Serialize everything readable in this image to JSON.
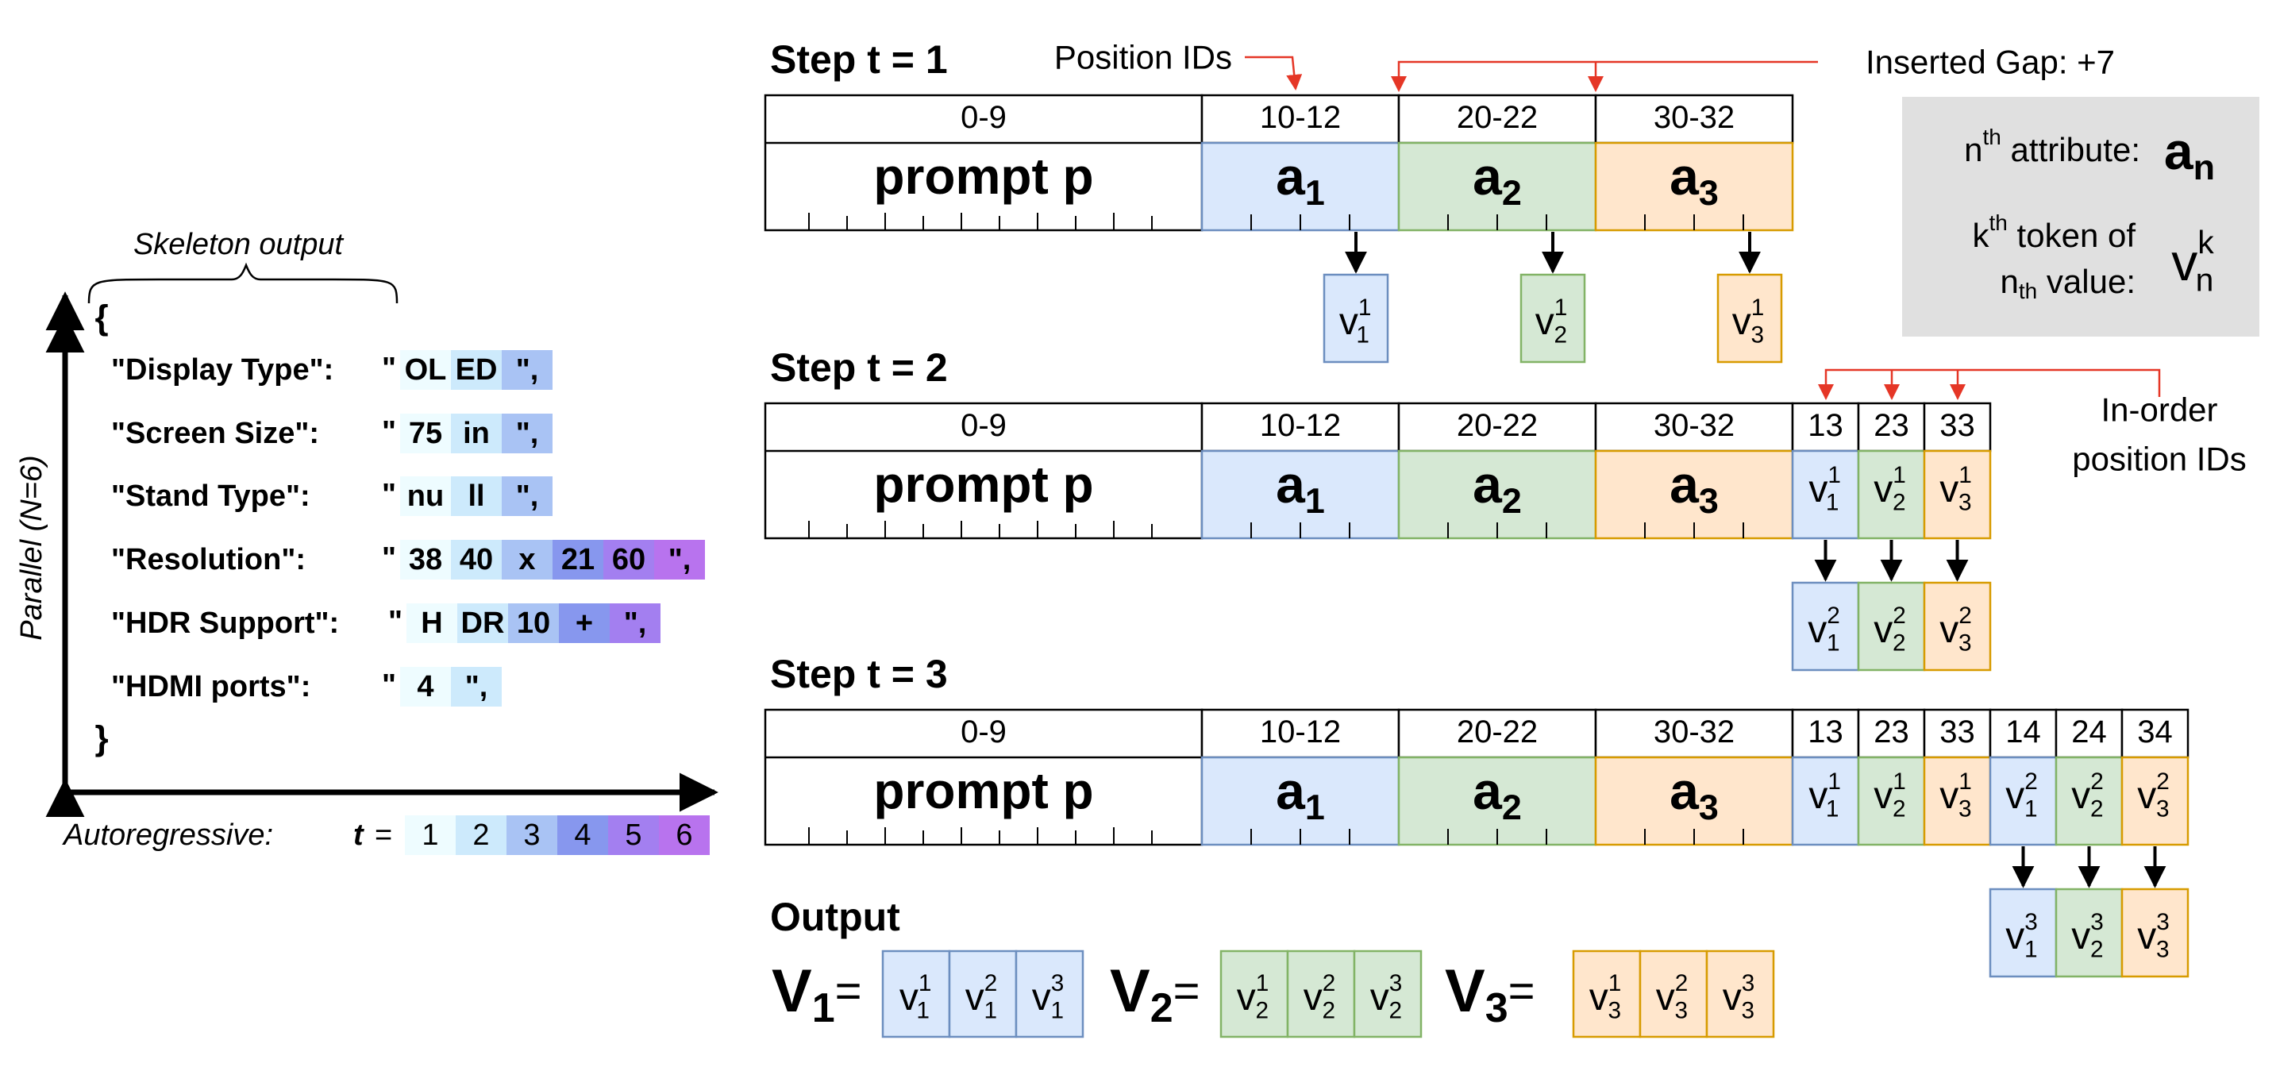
{
  "colors": {
    "a1": "#dae8fc",
    "a1_border": "#6c8ebf",
    "a2": "#d5e8d4",
    "a2_border": "#82b366",
    "a3": "#ffe6cc",
    "a3_border": "#d79b00",
    "annotation": "#e53626",
    "legend_bg": "#e0e0e0",
    "t1": "#eefcff",
    "t2": "#cdeafc",
    "t3": "#a9c3f4",
    "t4": "#8797ee",
    "t5": "#a37ff0",
    "t6": "#b873ee"
  },
  "left": {
    "skeleton_label": "Skeleton output",
    "parallel_label": "Parallel (N=6)",
    "open_brace": "{",
    "close_brace": "}",
    "autoregressive_label": "Autoregressive:",
    "t_label": "t",
    "t_equals": "=",
    "t_scale": [
      "1",
      "2",
      "3",
      "4",
      "5",
      "6"
    ],
    "rows": [
      {
        "key": "\"Display Type\":",
        "quote": "\"",
        "tokens": [
          {
            "text": "OL",
            "t": 1
          },
          {
            "text": "ED",
            "t": 2
          },
          {
            "text": "\",",
            "t": 3
          }
        ]
      },
      {
        "key": "\"Screen Size\":",
        "quote": "\"",
        "tokens": [
          {
            "text": "75",
            "t": 1
          },
          {
            "text": "in",
            "t": 2
          },
          {
            "text": "\",",
            "t": 3
          }
        ]
      },
      {
        "key": "\"Stand Type\":",
        "quote": "\"",
        "tokens": [
          {
            "text": "nu",
            "t": 1
          },
          {
            "text": "ll",
            "t": 2
          },
          {
            "text": "\",",
            "t": 3
          }
        ]
      },
      {
        "key": "\"Resolution\":",
        "quote": "\"",
        "tokens": [
          {
            "text": "38",
            "t": 1
          },
          {
            "text": "40",
            "t": 2
          },
          {
            "text": "x",
            "t": 3
          },
          {
            "text": "21",
            "t": 4
          },
          {
            "text": "60",
            "t": 5
          },
          {
            "text": "\",",
            "t": 6
          }
        ]
      },
      {
        "key": "\"HDR Support\":",
        "quote": "\"",
        "tokens": [
          {
            "text": "H",
            "t": 1
          },
          {
            "text": "DR",
            "t": 2
          },
          {
            "text": "10",
            "t": 3
          },
          {
            "text": "+",
            "t": 4
          },
          {
            "text": "\",",
            "t": 5
          }
        ]
      },
      {
        "key": "\"HDMI ports\":",
        "quote": "\"",
        "tokens": [
          {
            "text": "4",
            "t": 1
          },
          {
            "text": "\",",
            "t": 2
          }
        ]
      }
    ]
  },
  "annotations": {
    "position_ids": "Position IDs",
    "inserted_gap": "Inserted Gap: +7",
    "in_order_line1": "In-order",
    "in_order_line2": "position IDs"
  },
  "legend": {
    "line1_pre": "n",
    "line1_sup": "th",
    "line1_post": " attribute:",
    "line1_sym": "a",
    "line1_sub": "n",
    "line2a_pre": "k",
    "line2a_sup": "th",
    "line2a_post": " token of",
    "line2b_pre": "n",
    "line2b_sub": "th",
    "line2b_post": " value:",
    "line2_sym": "v",
    "line2_symsup": "k",
    "line2_symsub": "n"
  },
  "prompt_label": "prompt p",
  "prompt_pos": "0-9",
  "attributes": [
    {
      "sym": "a",
      "sub": "1",
      "pos": "10-12"
    },
    {
      "sym": "a",
      "sub": "2",
      "pos": "20-22"
    },
    {
      "sym": "a",
      "sub": "3",
      "pos": "30-32"
    }
  ],
  "steps": [
    {
      "label": "Step t = 1",
      "tokens": [],
      "next": [
        {
          "sub": "1",
          "sup": "1"
        },
        {
          "sub": "2",
          "sup": "1"
        },
        {
          "sub": "3",
          "sup": "1"
        }
      ]
    },
    {
      "label": "Step t = 2",
      "tokens": [
        {
          "pos": "13",
          "sub": "1",
          "sup": "1"
        },
        {
          "pos": "23",
          "sub": "2",
          "sup": "1"
        },
        {
          "pos": "33",
          "sub": "3",
          "sup": "1"
        }
      ],
      "next": [
        {
          "sub": "1",
          "sup": "2"
        },
        {
          "sub": "2",
          "sup": "2"
        },
        {
          "sub": "3",
          "sup": "2"
        }
      ]
    },
    {
      "label": "Step t = 3",
      "tokens": [
        {
          "pos": "13",
          "sub": "1",
          "sup": "1"
        },
        {
          "pos": "23",
          "sub": "2",
          "sup": "1"
        },
        {
          "pos": "33",
          "sub": "3",
          "sup": "1"
        },
        {
          "pos": "14",
          "sub": "1",
          "sup": "2"
        },
        {
          "pos": "24",
          "sub": "2",
          "sup": "2"
        },
        {
          "pos": "34",
          "sub": "3",
          "sup": "2"
        }
      ],
      "next": [
        {
          "sub": "1",
          "sup": "3"
        },
        {
          "sub": "2",
          "sup": "3"
        },
        {
          "sub": "3",
          "sup": "3"
        }
      ]
    }
  ],
  "output": {
    "label": "Output",
    "equals": "=",
    "values": [
      {
        "sym": "V",
        "sub": "1",
        "tokens": [
          {
            "sub": "1",
            "sup": "1"
          },
          {
            "sub": "1",
            "sup": "2"
          },
          {
            "sub": "1",
            "sup": "3"
          }
        ]
      },
      {
        "sym": "V",
        "sub": "2",
        "tokens": [
          {
            "sub": "2",
            "sup": "1"
          },
          {
            "sub": "2",
            "sup": "2"
          },
          {
            "sub": "2",
            "sup": "3"
          }
        ]
      },
      {
        "sym": "V",
        "sub": "3",
        "tokens": [
          {
            "sub": "3",
            "sup": "1"
          },
          {
            "sub": "3",
            "sup": "2"
          },
          {
            "sub": "3",
            "sup": "3"
          }
        ]
      }
    ]
  }
}
